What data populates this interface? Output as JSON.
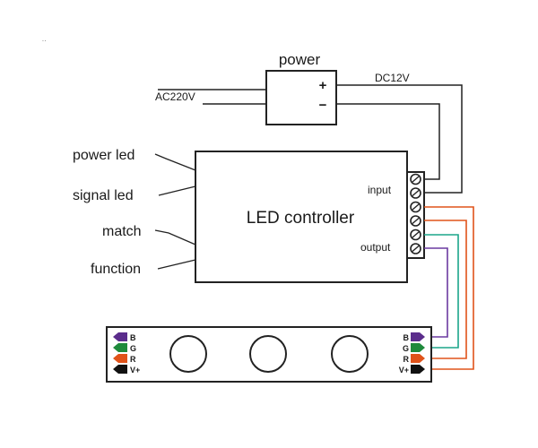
{
  "power_supply": {
    "label": "power",
    "plus": "+",
    "minus": "−",
    "input_label": "AC220V",
    "output_label": "DC12V"
  },
  "controller": {
    "title": "LED controller",
    "input_label": "input",
    "output_label": "output",
    "left_labels": [
      "power led",
      "signal led",
      "match",
      "function"
    ]
  },
  "strip": {
    "pins": [
      "B",
      "G",
      "R",
      "V+"
    ],
    "pin_colors": [
      "#5b2d8c",
      "#1f8a3c",
      "#e0531a",
      "#111111"
    ],
    "led_count": 3
  },
  "wire_colors": {
    "power": "#222222",
    "vplus": "#e0531a",
    "r": "#e0531a",
    "g": "#1ba58a",
    "b": "#6a3aa0"
  }
}
